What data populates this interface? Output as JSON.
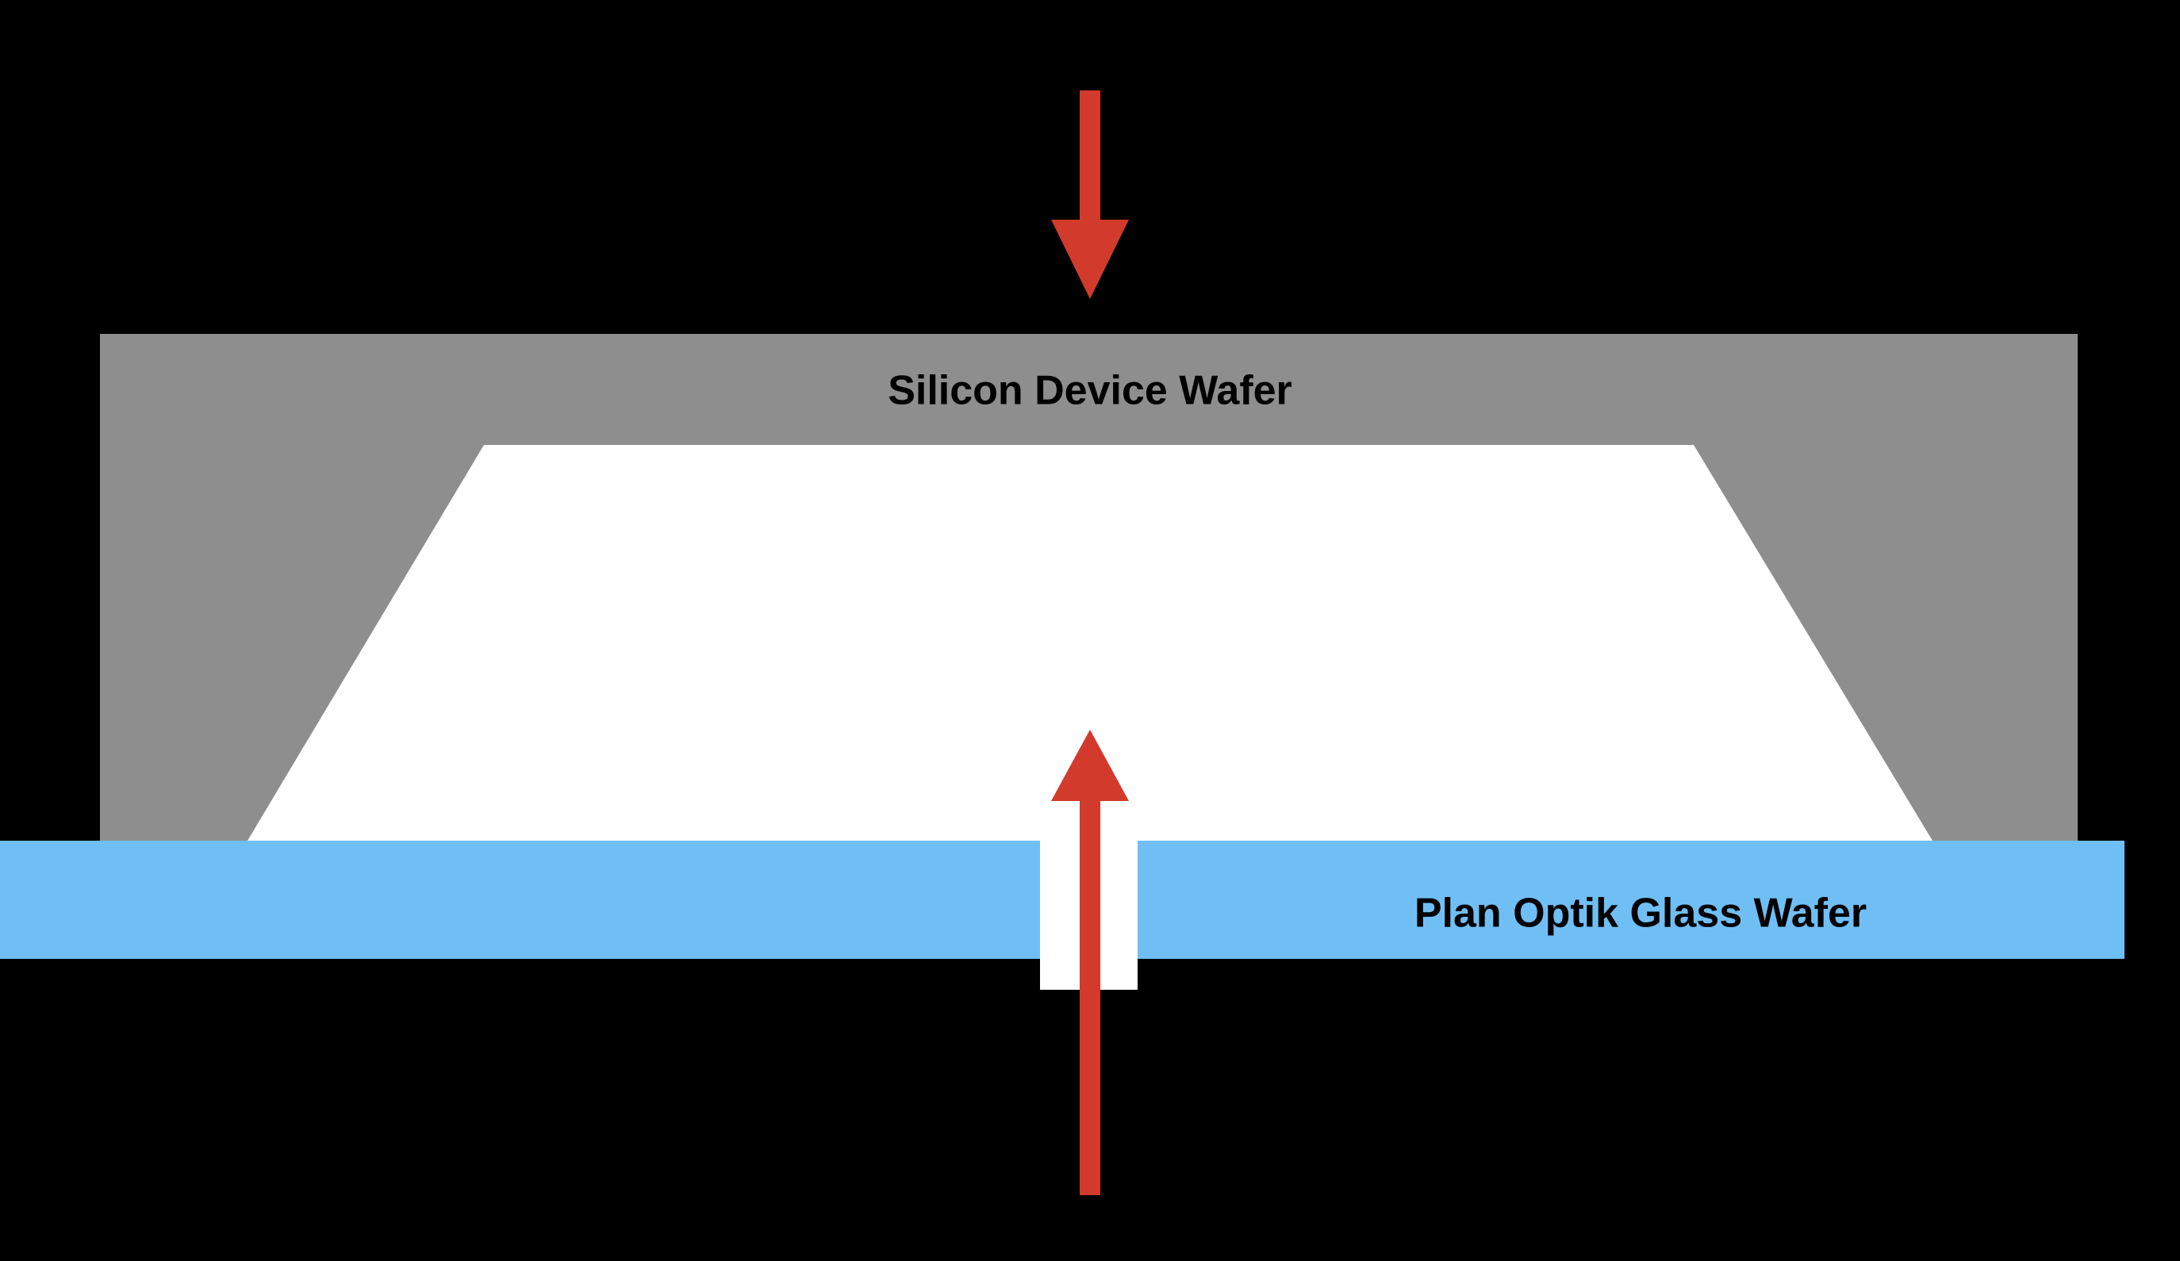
{
  "diagram": {
    "type": "cross-section-schematic",
    "labels": {
      "silicon_wafer": "Silicon Device Wafer",
      "glass_wafer": "Plan Optik Glass Wafer"
    },
    "shapes": [
      {
        "name": "silicon-device-wafer",
        "kind": "rectangle",
        "color_key": "silicon_gray"
      },
      {
        "name": "etched-cavity",
        "kind": "trapezoid",
        "color_key": "cavity_white"
      },
      {
        "name": "glass-wafer",
        "kind": "rectangle",
        "color_key": "glass_blue"
      },
      {
        "name": "glass-wafer-slot",
        "kind": "rectangle",
        "color_key": "cavity_white"
      }
    ],
    "arrows": [
      {
        "name": "top-pressure-arrow",
        "direction": "down",
        "color_key": "arrow_red"
      },
      {
        "name": "bottom-pressure-arrow",
        "direction": "up",
        "color_key": "arrow_red"
      }
    ],
    "colors": {
      "background": "#000000",
      "silicon_gray": "#8E8E8E",
      "cavity_white": "#FFFFFF",
      "glass_blue": "#6FBFF5",
      "arrow_red": "#D23A2B",
      "label_text": "#000000"
    }
  }
}
